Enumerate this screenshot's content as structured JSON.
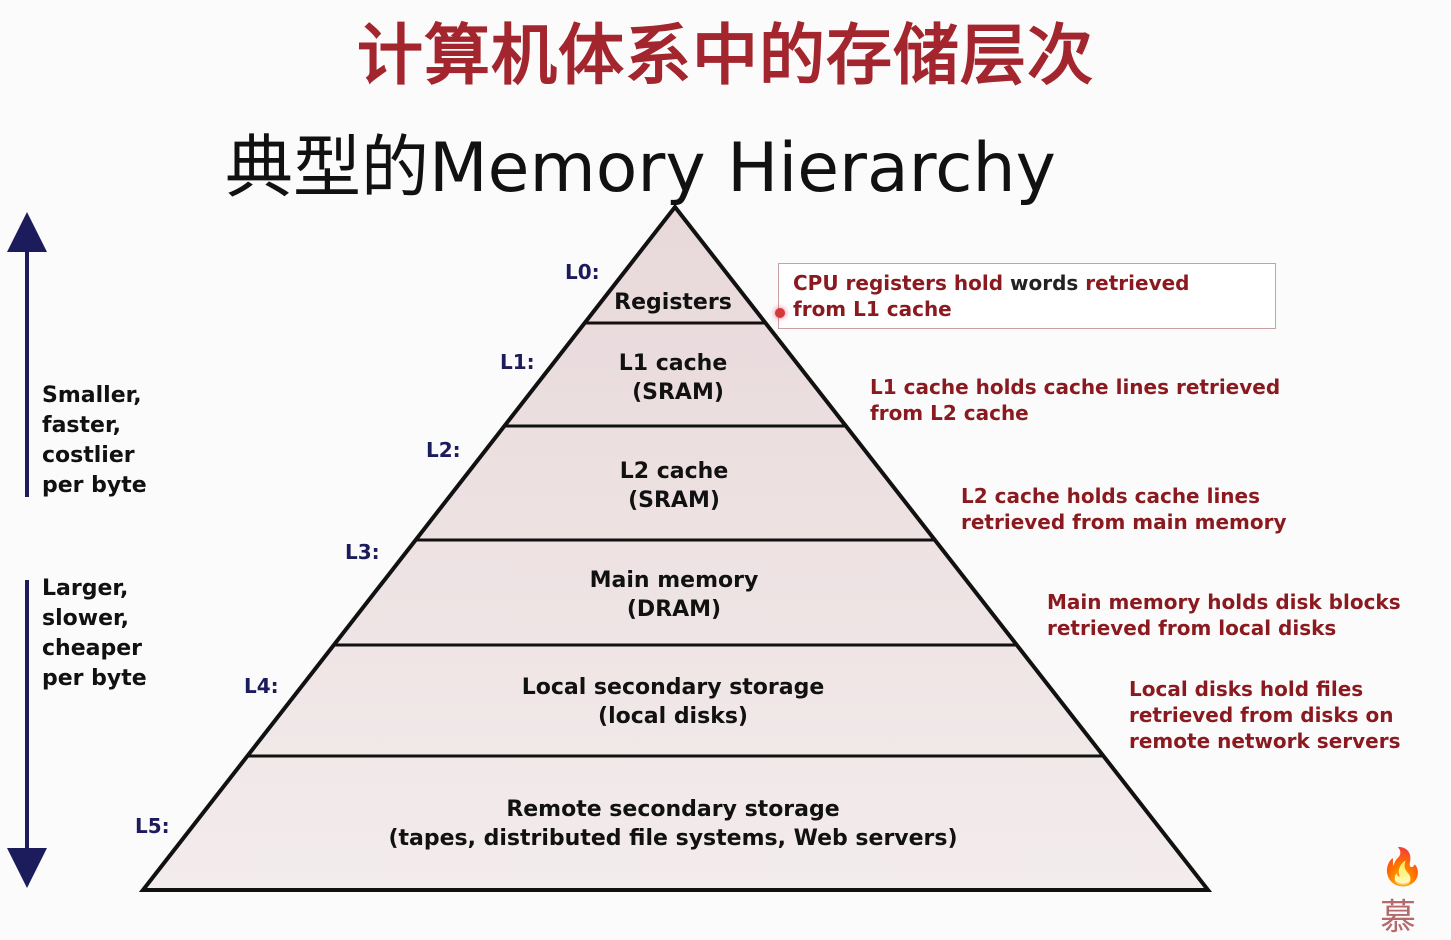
{
  "title": "计算机体系中的存储层次",
  "subtitle": {
    "zh": "典型的",
    "en": "Memory Hierarchy"
  },
  "side_labels": {
    "top": [
      "Smaller,",
      "faster,",
      "costlier",
      "per byte"
    ],
    "bottom": [
      "Larger,",
      "slower,",
      "cheaper",
      "per byte"
    ]
  },
  "levels": [
    {
      "label": "L0:",
      "lines": [
        "Registers"
      ]
    },
    {
      "label": "L1:",
      "lines": [
        "L1 cache",
        "(SRAM)"
      ]
    },
    {
      "label": "L2:",
      "lines": [
        "L2 cache",
        "(SRAM)"
      ]
    },
    {
      "label": "L3:",
      "lines": [
        "Main memory",
        "(DRAM)"
      ]
    },
    {
      "label": "L4:",
      "lines": [
        "Local secondary storage",
        "(local disks)"
      ]
    },
    {
      "label": "L5:",
      "lines": [
        "Remote secondary storage",
        "(tapes, distributed file systems, Web servers)"
      ]
    }
  ],
  "descriptions": {
    "l0": {
      "a": "CPU registers hold ",
      "b": "words",
      "c": " retrieved",
      "line2": "from L1 cache"
    },
    "l1": [
      "L1 cache holds cache lines retrieved",
      "from L2 cache"
    ],
    "l2": [
      "L2 cache holds cache lines",
      "retrieved from main memory"
    ],
    "l3": [
      "Main memory holds disk blocks",
      "retrieved from local disks"
    ],
    "l4": [
      "Local disks hold files",
      "retrieved from disks on",
      "remote network servers"
    ]
  },
  "watermark": "慕",
  "colors": {
    "title": "#a3262e",
    "desc": "#8a1a1f",
    "level": "#1c1c5c",
    "pyramid_fill": "#ecdfe1"
  }
}
